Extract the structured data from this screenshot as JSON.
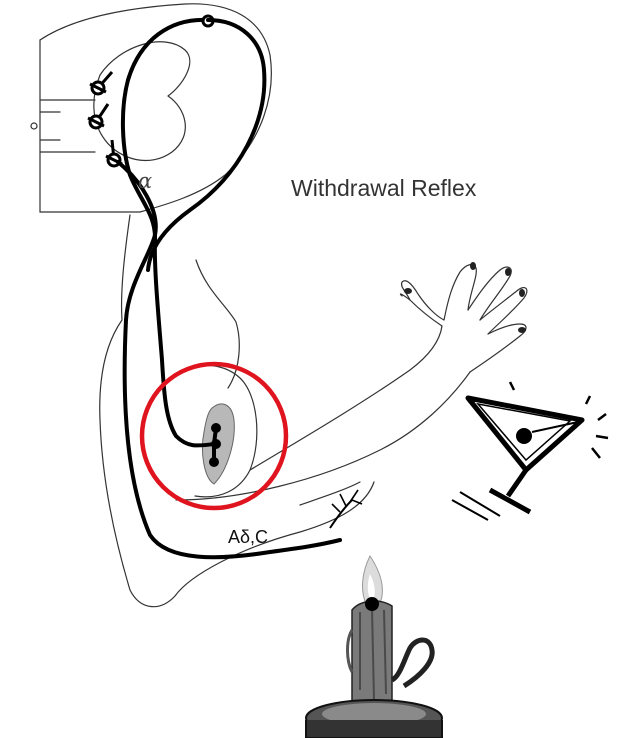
{
  "title": "Withdrawal Reflex",
  "labels": {
    "motor_neuron": "α",
    "sensory_fibers": "Aδ,C"
  },
  "colors": {
    "highlight_circle": "#e0141e",
    "muscle_fill": "#b8b8b8",
    "nerve": "#000000",
    "outline": "#333333"
  },
  "icons": {
    "spinal_cord": "spinal-cord-icon",
    "candle": "candle-icon",
    "martini_glass": "martini-glass-icon"
  }
}
